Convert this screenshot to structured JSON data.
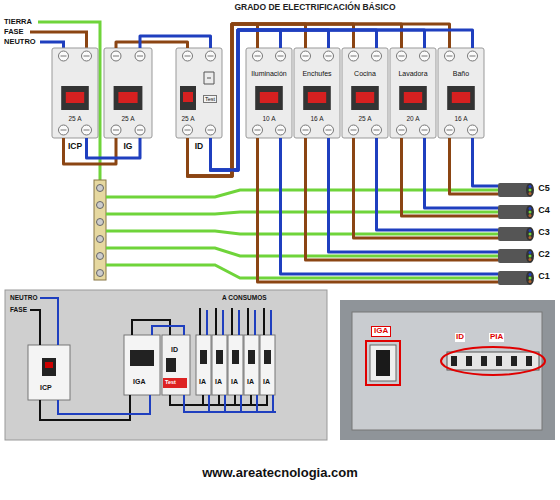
{
  "diagram": {
    "title": "GRADO DE ELECTRIFICACIÓN BÁSICO",
    "nodes": [
      {
        "text": [
          "25 A",
          "ICP"
        ]
      },
      {
        "text": [
          "25 A",
          "IG"
        ]
      },
      {
        "text": [
          "25 A",
          "Test",
          "ID"
        ]
      },
      {
        "text": [
          "Iluminación",
          "10 A"
        ]
      },
      {
        "text": [
          "Enchufes",
          "16 A"
        ]
      },
      {
        "text": [
          "Cocina",
          "25 A"
        ]
      },
      {
        "text": [
          "Lavadora",
          "20 A"
        ]
      },
      {
        "text": [
          "Baño",
          "16 A"
        ]
      },
      {
        "text": [
          "C5"
        ]
      },
      {
        "text": [
          "C4"
        ]
      },
      {
        "text": [
          "C3"
        ]
      },
      {
        "text": [
          "C2"
        ]
      },
      {
        "text": [
          "C1"
        ]
      }
    ],
    "edges": [
      {
        "from": 0,
        "to": 1,
        "arrow": "none"
      },
      {
        "from": 1,
        "to": 2,
        "arrow": "none"
      },
      {
        "from": 2,
        "to": 3,
        "arrow": "none"
      },
      {
        "from": 2,
        "to": 4,
        "arrow": "none"
      },
      {
        "from": 2,
        "to": 5,
        "arrow": "none"
      },
      {
        "from": 2,
        "to": 6,
        "arrow": "none"
      },
      {
        "from": 2,
        "to": 7,
        "arrow": "none"
      },
      {
        "from": 3,
        "to": 12,
        "arrow": "none"
      },
      {
        "from": 4,
        "to": 11,
        "arrow": "none"
      },
      {
        "from": 5,
        "to": 10,
        "arrow": "none"
      },
      {
        "from": 6,
        "to": 9,
        "arrow": "none"
      },
      {
        "from": 7,
        "to": 8,
        "arrow": "none"
      }
    ],
    "labels": [
      "TIERRA",
      "FASE",
      "NEUTRO",
      "NEUTRO",
      "FASE",
      "A CONSUMOS",
      "ICP",
      "IGA",
      "ID",
      "Test",
      "IA",
      "IA",
      "IA",
      "IA",
      "IA",
      "IGA",
      "ID",
      "PIA",
      "www.areatecnologia.com"
    ]
  }
}
